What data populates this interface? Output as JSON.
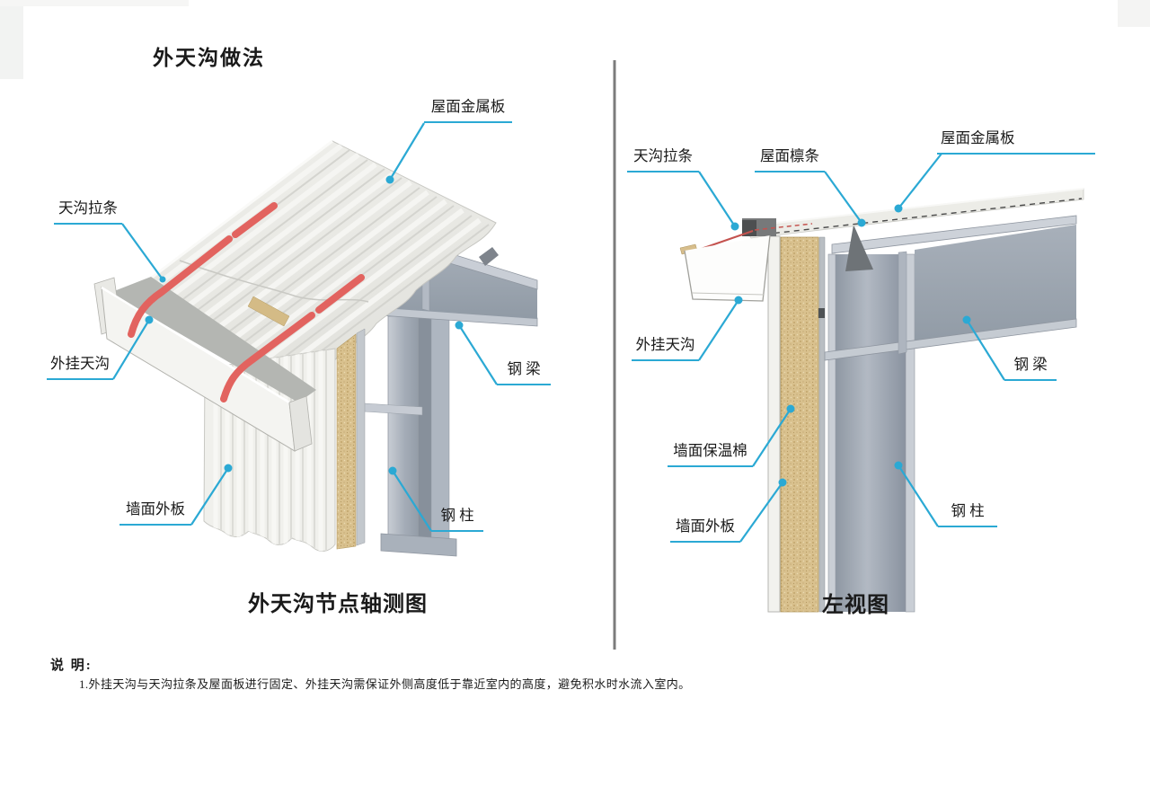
{
  "title": "外天沟做法",
  "views": {
    "axon": {
      "caption": "外天沟节点轴测图",
      "labels": {
        "roof_panel": "屋面金属板",
        "gutter_tie": "天沟拉条",
        "external_gutter": "外挂天沟",
        "wall_outer_panel": "墙面外板",
        "steel_beam": "钢 梁",
        "steel_column": "钢 柱"
      }
    },
    "side": {
      "caption": "左视图",
      "labels": {
        "gutter_tie": "天沟拉条",
        "roof_purlin": "屋面檩条",
        "roof_panel": "屋面金属板",
        "external_gutter": "外挂天沟",
        "wall_insulation": "墙面保温棉",
        "wall_outer_panel": "墙面外板",
        "steel_column": "钢 柱",
        "steel_beam": "钢 梁"
      }
    }
  },
  "notes": {
    "heading": "说 明:",
    "items": [
      "1.外挂天沟与天沟拉条及屋面板进行固定、外挂天沟需保证外侧高度低于靠近室内的高度，避免积水时水流入室内。"
    ]
  },
  "colors": {
    "leader": "#2BA9D4",
    "strap_red": "#E2635F",
    "insulation_tan": "#D9C18E",
    "steel_gray": "#9AA3AE",
    "divider_gray": "#7C7C7C"
  }
}
